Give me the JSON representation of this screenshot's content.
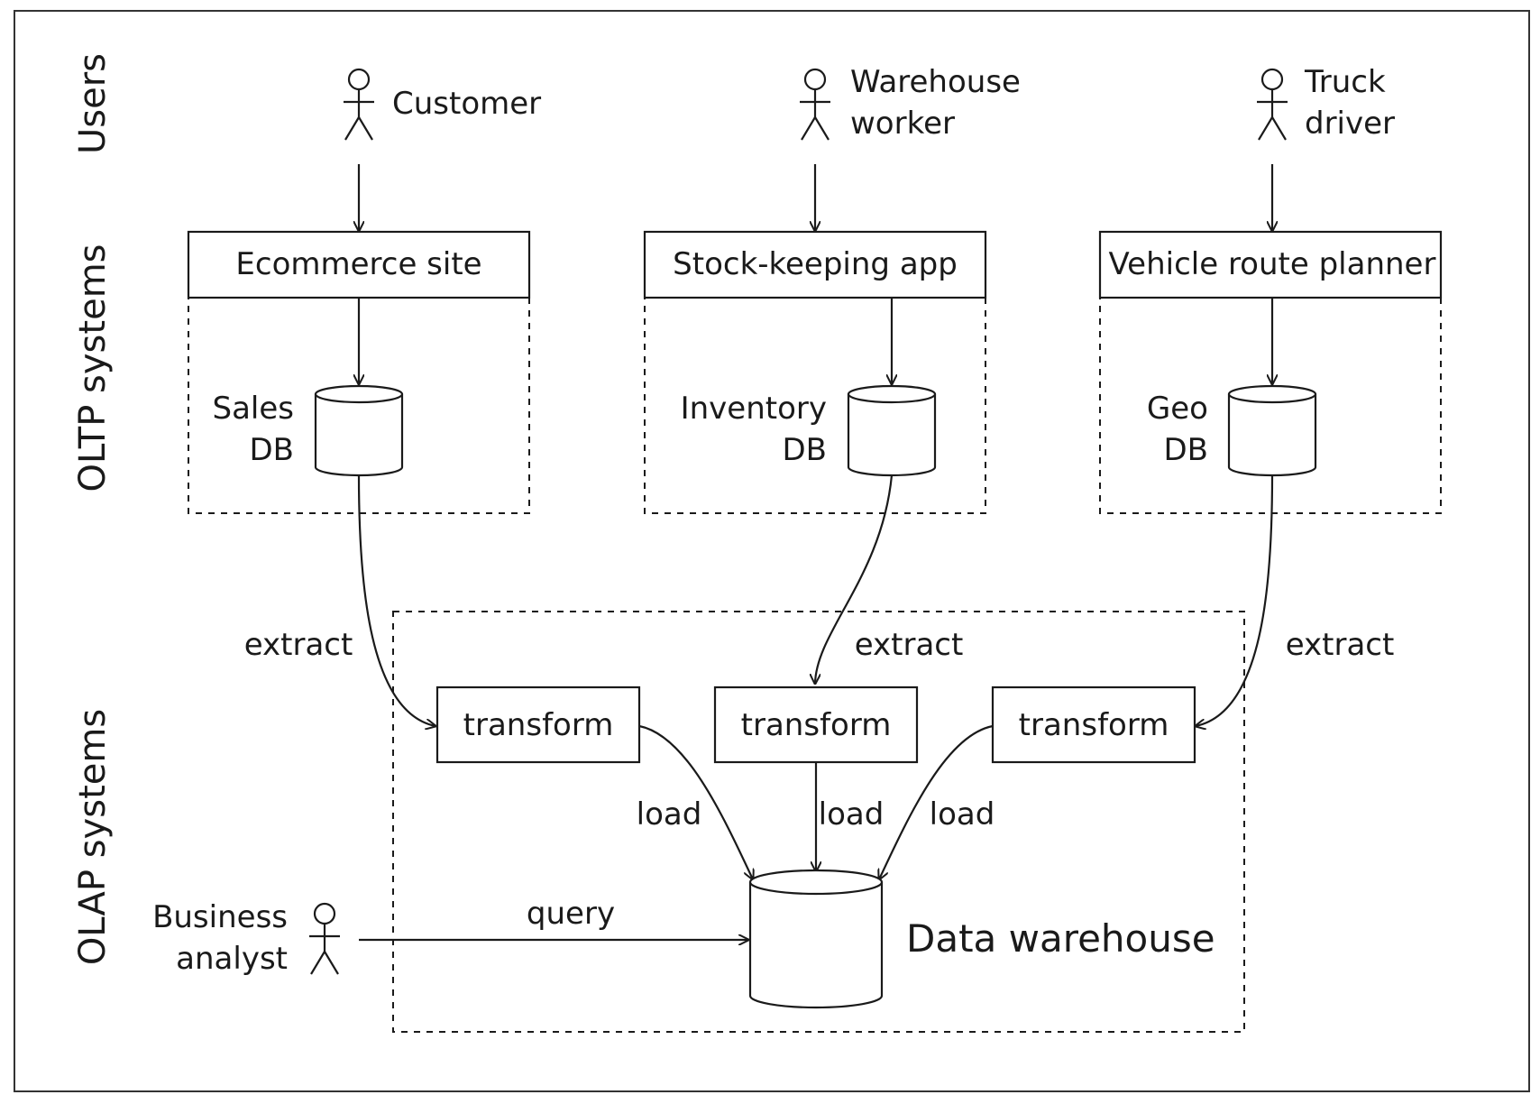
{
  "lanes": {
    "users": "Users",
    "oltp": "OLTP systems",
    "olap": "OLAP systems"
  },
  "actors": {
    "customer": "Customer",
    "warehouse_worker": [
      "Warehouse",
      "worker"
    ],
    "truck_driver": [
      "Truck",
      "driver"
    ],
    "business_analyst": [
      "Business",
      "analyst"
    ]
  },
  "apps": {
    "ecommerce": "Ecommerce site",
    "stock": "Stock-keeping app",
    "vehicle": "Vehicle route planner"
  },
  "dbs": {
    "sales": [
      "Sales",
      "DB"
    ],
    "inventory": [
      "Inventory",
      "DB"
    ],
    "geo": [
      "Geo",
      "DB"
    ]
  },
  "edges": {
    "extract": "extract",
    "transform": "transform",
    "load": "load",
    "query": "query"
  },
  "warehouse": "Data warehouse"
}
